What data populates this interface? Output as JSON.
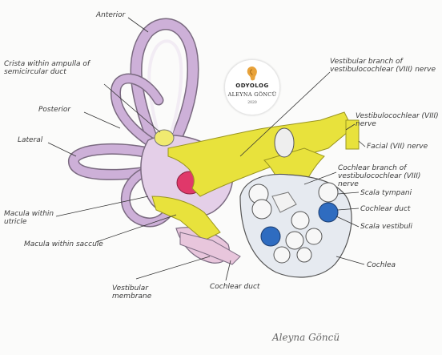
{
  "labels": {
    "anterior": "Anterior",
    "crista": "Crista within ampulla of semicircular duct",
    "posterior": "Posterior",
    "lateral": "Lateral",
    "macula_utricle": "Macula within utricle",
    "macula_saccule": "Macula within saccule",
    "vestibular_membrane": "Vestibular membrane",
    "cochlear_duct_bottom": "Cochlear duct",
    "vestibular_branch": "Vestibular branch of vestibulocochlear (VIII) nerve",
    "vestibulocochlear_nerve": "Vestibulocochlear (VIII) nerve",
    "facial_nerve": "Facial (VII) nerve",
    "cochlear_branch": "Cochlear branch of vestibulocochlear (VIII) nerve",
    "scala_tympani": "Scala tympani",
    "cochlear_duct_right": "Cochlear duct",
    "scala_vestibuli": "Scala vestibuli",
    "cochlea": "Cochlea"
  },
  "logo": {
    "brand": "ODYOLOG",
    "name": "ALEYNA GÖNCÜ",
    "year": "2020"
  },
  "signature": "Aleyna Göncü",
  "colors": {
    "semicircular": "#cdb0d8",
    "nerve": "#e8e23c",
    "macula": "#e0386a",
    "scala_blue": "#2f6cc0",
    "cochlea_fill": "#e6eaf0",
    "pencil": "#555555"
  }
}
